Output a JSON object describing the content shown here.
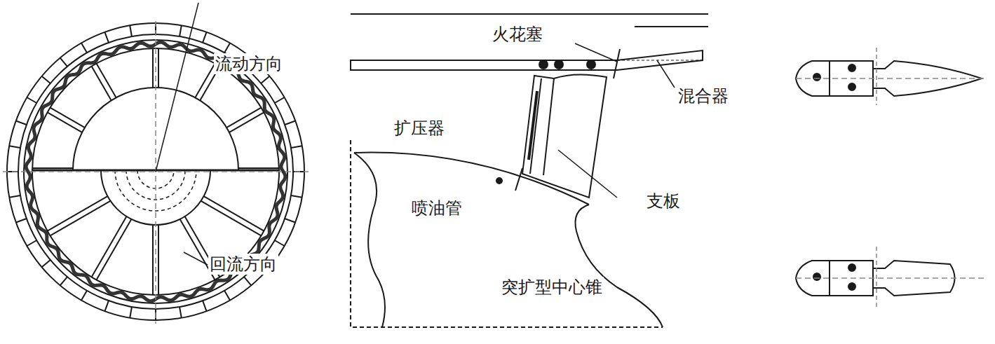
{
  "diagram": {
    "labels": [
      "流动方向",
      "回流方向",
      "火花塞",
      "混合器",
      "扩压器",
      "支板",
      "喷油管",
      "突扩型中心锥"
    ]
  }
}
